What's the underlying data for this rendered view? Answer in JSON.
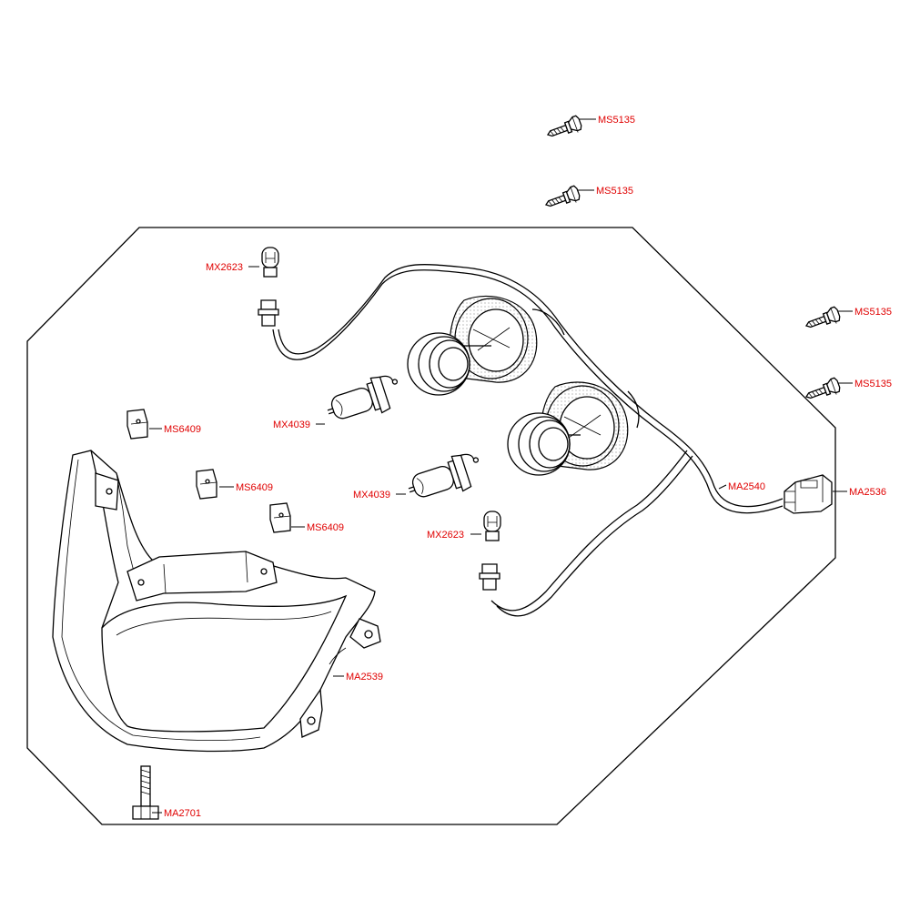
{
  "labels": {
    "ms5135_a": "MS5135",
    "ms5135_b": "MS5135",
    "ms5135_c": "MS5135",
    "ms5135_d": "MS5135",
    "mx2623_a": "MX2623",
    "mx2623_b": "MX2623",
    "mx4039_a": "MX4039",
    "mx4039_b": "MX4039",
    "ms6409_a": "MS6409",
    "ms6409_b": "MS6409",
    "ms6409_c": "MS6409",
    "ma2540": "MA2540",
    "ma2536": "MA2536",
    "ma2539": "MA2539",
    "ma2701": "MA2701"
  },
  "colors": {
    "label": "#e00000",
    "line": "#000000"
  }
}
